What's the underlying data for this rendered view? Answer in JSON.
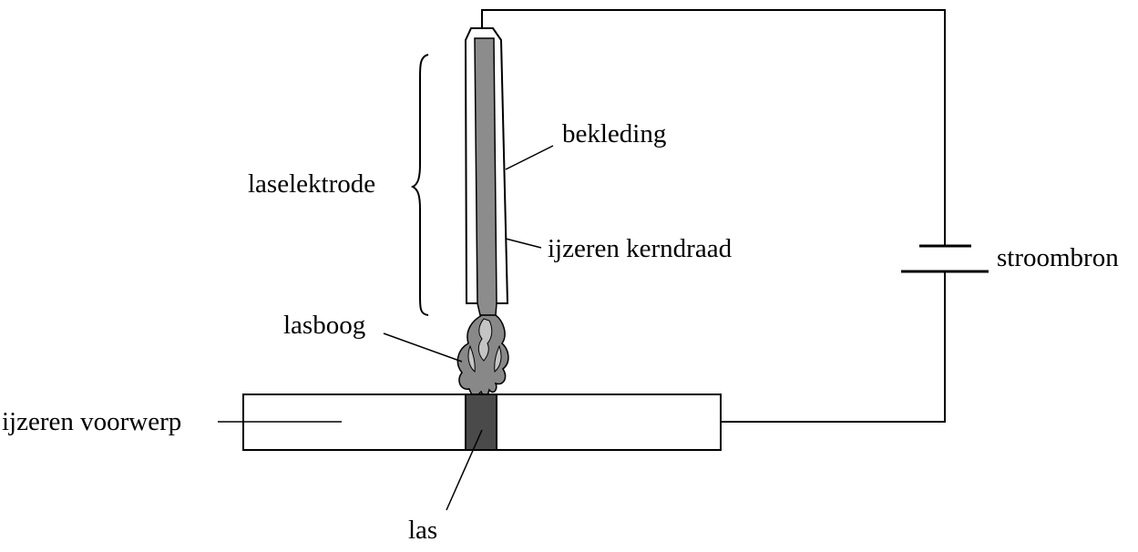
{
  "labels": {
    "laselektrode": "laselektrode",
    "bekleding": "bekleding",
    "kerndraad": "ijzeren kerndraad",
    "stroombron": "stroombron",
    "lasboog": "lasboog",
    "voorwerp": "ijzeren voorwerp",
    "las": "las"
  },
  "colors": {
    "line": "#000000",
    "core": "#8c8c8c",
    "arc_outer": "#888888",
    "arc_inner": "#c4c4c4",
    "weld": "#4a4a4a",
    "background": "#ffffff"
  }
}
